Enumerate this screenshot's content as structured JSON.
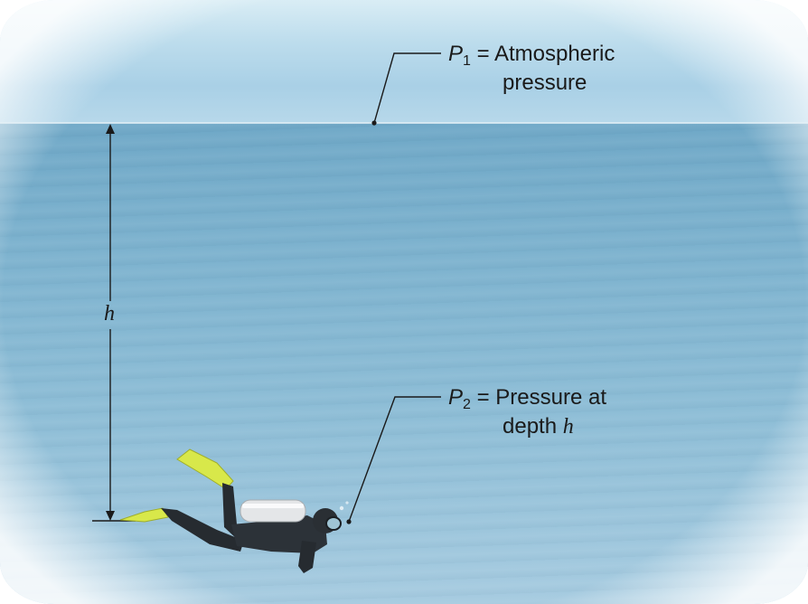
{
  "labels": {
    "p1_symbol": "P",
    "p1_subscript": "1",
    "p1_equals": "= Atmospheric",
    "p1_line2": "pressure",
    "p2_symbol": "P",
    "p2_subscript": "2",
    "p2_equals": "= Pressure at",
    "p2_line2_text": "depth",
    "p2_line2_var": "h",
    "depth_symbol": "h"
  },
  "colors": {
    "sky": "#bcdcec",
    "water": "#7eb3cf",
    "wetsuit": "#262b30",
    "fins": "#d8e84a",
    "tank": "#e4e6e8",
    "leader_lines": "#1a1a1a"
  }
}
